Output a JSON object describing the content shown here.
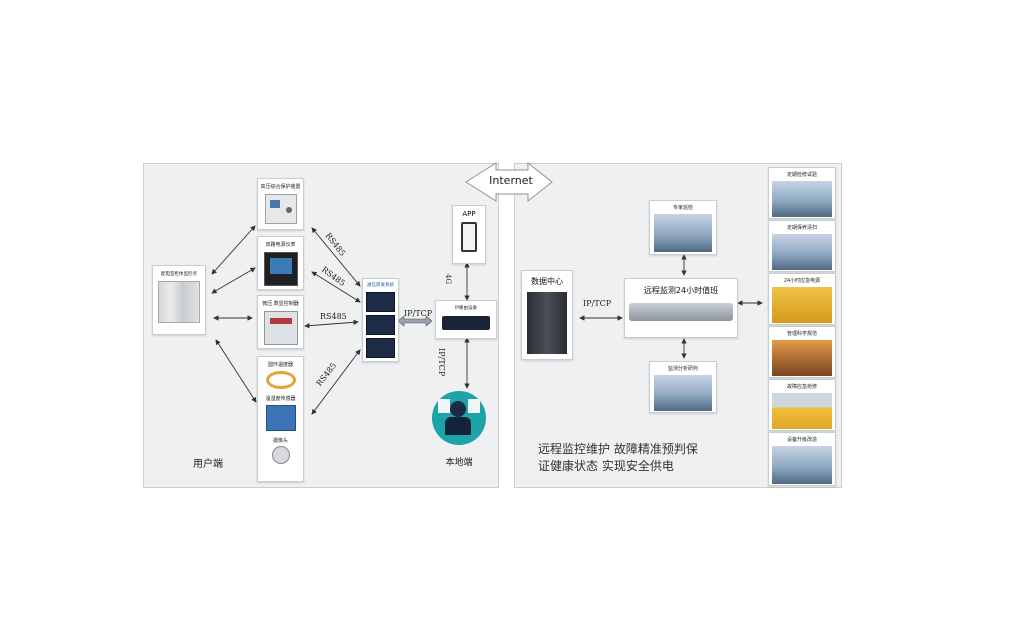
{
  "left": {
    "title": "用户端",
    "cabinet": "配电室柜体监控点",
    "devices": [
      {
        "label": "高压综合保护装置"
      },
      {
        "label": "双路电源仪表"
      },
      {
        "label": "微压 数显控制器"
      },
      {
        "label": "圆环温度器"
      },
      {
        "label": "温湿度传感器"
      },
      {
        "label": "摄像头"
      }
    ],
    "rs485": [
      "RS485",
      "RS485",
      "RS485",
      "RS485"
    ],
    "gateway": "通信转发系统",
    "router": "IP路由设备",
    "app": "APP",
    "app_link": "4G",
    "iptcp_a": "IP/TCP",
    "iptcp_b": "IP/TCP",
    "local": "本地端"
  },
  "internet": "Internet",
  "right": {
    "datacenter": "数据中心",
    "iptcp": "IP/TCP",
    "duty": "远程监测24小时值班",
    "top_box": "专家巡检",
    "bottom_box": "监测分析研判",
    "slogan_1": "远程监控维护 故障精准预判保",
    "slogan_2": "证健康状态 实现安全供电",
    "services": [
      {
        "label": "定期检修试验"
      },
      {
        "label": "定期保养清扫"
      },
      {
        "label": "24小时应急电源"
      },
      {
        "label": "管理科学规范"
      },
      {
        "label": "故障应急抢修"
      },
      {
        "label": "设备升级改造"
      }
    ]
  },
  "colors": {
    "panel": "#eef0f2",
    "arrow": "#333333",
    "device_dark": "#1c2c46"
  }
}
